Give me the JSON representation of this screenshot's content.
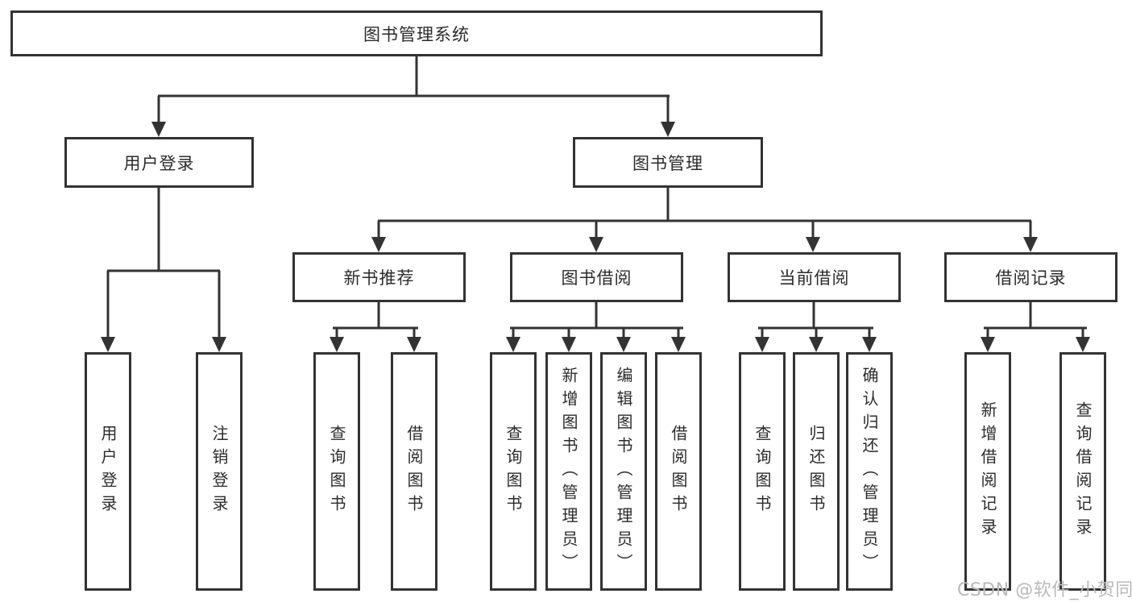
{
  "colors": {
    "line": "#333333",
    "text": "#2b2b2b",
    "watermark": "#b9b9b9",
    "background": "#ffffff"
  },
  "diagram": {
    "root": {
      "label": "图书管理系统"
    },
    "branches": [
      {
        "label": "用户登录",
        "children": [
          {
            "label": "用户登录"
          },
          {
            "label": "注销登录"
          }
        ]
      },
      {
        "label": "图书管理",
        "children": [
          {
            "label": "新书推荐",
            "children": [
              {
                "label": "查询图书"
              },
              {
                "label": "借阅图书"
              }
            ]
          },
          {
            "label": "图书借阅",
            "children": [
              {
                "label": "查询图书"
              },
              {
                "label": "新增图书（管理员）"
              },
              {
                "label": "编辑图书（管理员）"
              },
              {
                "label": "借阅图书"
              }
            ]
          },
          {
            "label": "当前借阅",
            "children": [
              {
                "label": "查询图书"
              },
              {
                "label": "归还图书"
              },
              {
                "label": "确认归还（管理员）"
              }
            ]
          },
          {
            "label": "借阅记录",
            "children": [
              {
                "label": "新增借阅记录"
              },
              {
                "label": "查询借阅记录"
              }
            ]
          }
        ]
      }
    ]
  },
  "watermark": {
    "label": "CSDN @软件_小贺同学"
  }
}
